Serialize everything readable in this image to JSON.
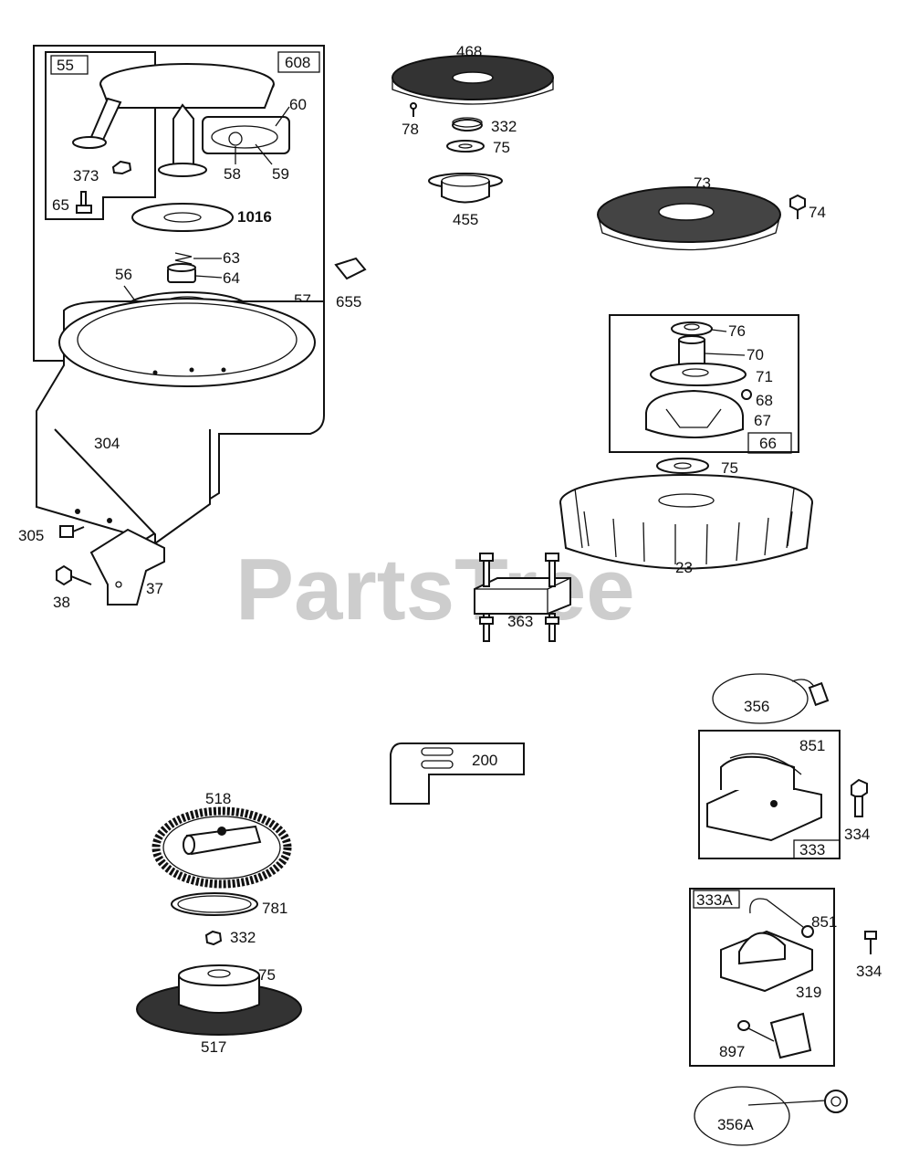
{
  "watermark": "PartsTree",
  "labels": {
    "l55": "55",
    "l608": "608",
    "l60": "60",
    "l373": "373",
    "l58": "58",
    "l59": "59",
    "l65": "65",
    "l1016": "1016",
    "l63": "63",
    "l64": "64",
    "l56": "56",
    "l57": "57",
    "l655": "655",
    "l304": "304",
    "l305": "305",
    "l38": "38",
    "l37": "37",
    "l468": "468",
    "l78": "78",
    "l332a": "332",
    "l75a": "75",
    "l455": "455",
    "l73": "73",
    "l74": "74",
    "l76": "76",
    "l70": "70",
    "l71": "71",
    "l68": "68",
    "l67": "67",
    "l66": "66",
    "l75b": "75",
    "l23": "23",
    "l363": "363",
    "l356": "356",
    "l851a": "851",
    "l334a": "334",
    "l333": "333",
    "l200": "200",
    "l518": "518",
    "l781": "781",
    "l332b": "332",
    "l75c": "75",
    "l517": "517",
    "l333A": "333A",
    "l851b": "851",
    "l334b": "334",
    "l319": "319",
    "l897": "897",
    "l356A": "356A"
  },
  "icons": {
    "recoil-starter": "starter-housing-icon",
    "blower-housing": "blower-housing-icon",
    "flywheel": "flywheel-icon",
    "ignition-armature": "armature-icon"
  }
}
